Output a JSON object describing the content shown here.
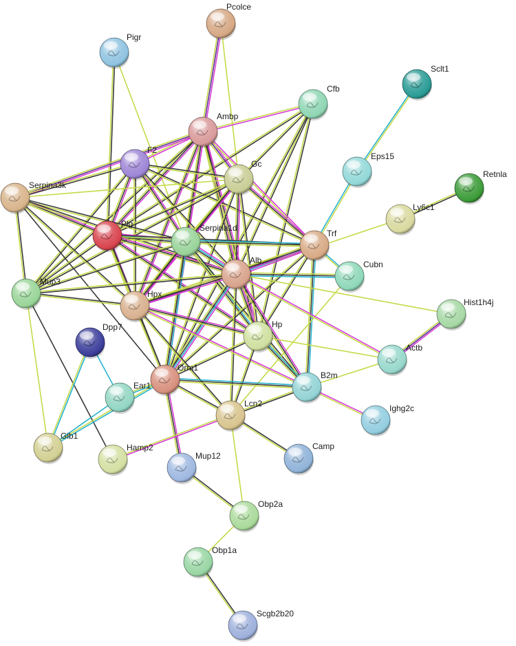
{
  "nodes": [
    {
      "id": "Pcolce",
      "label": "Pcolce",
      "color": "#d6a884"
    },
    {
      "id": "Pigr",
      "label": "Pigr",
      "color": "#8fc3e0"
    },
    {
      "id": "Sclt1",
      "label": "Sclt1",
      "color": "#2a9b95"
    },
    {
      "id": "Cfb",
      "label": "Cfb",
      "color": "#8fd6b4"
    },
    {
      "id": "Ambp",
      "label": "Ambp",
      "color": "#d99a9a"
    },
    {
      "id": "F2",
      "label": "F2",
      "color": "#9e86d6"
    },
    {
      "id": "Gc",
      "label": "Gc",
      "color": "#c9cd95"
    },
    {
      "id": "Eps15",
      "label": "Eps15",
      "color": "#93d8d8"
    },
    {
      "id": "Retnla",
      "label": "Retnla",
      "color": "#3c9b38"
    },
    {
      "id": "Serpina3k",
      "label": "Serpina3k",
      "color": "#d8b48a"
    },
    {
      "id": "Ly6c1",
      "label": "Ly6c1",
      "color": "#d9d9a0"
    },
    {
      "id": "Plg",
      "label": "Plg",
      "color": "#d8444e"
    },
    {
      "id": "Serpina1d",
      "label": "Serpina1d",
      "color": "#99d399"
    },
    {
      "id": "Trf",
      "label": "Trf",
      "color": "#d8aa86"
    },
    {
      "id": "Cubn",
      "label": "Cubn",
      "color": "#8fd8b9"
    },
    {
      "id": "Alb",
      "label": "Alb",
      "color": "#d8a38c"
    },
    {
      "id": "Mup3",
      "label": "Mup3",
      "color": "#99d599"
    },
    {
      "id": "Hpx",
      "label": "Hpx",
      "color": "#d8b08e"
    },
    {
      "id": "Hist1h4j",
      "label": "Hist1h4j",
      "color": "#a6d8a4"
    },
    {
      "id": "Dpp7",
      "label": "Dpp7",
      "color": "#3c3e9b"
    },
    {
      "id": "Hp",
      "label": "Hp",
      "color": "#cfe0a0"
    },
    {
      "id": "Actb",
      "label": "Actb",
      "color": "#98d8cc"
    },
    {
      "id": "Orm1",
      "label": "Orm1",
      "color": "#d8907e"
    },
    {
      "id": "B2m",
      "label": "B2m",
      "color": "#93d3d6"
    },
    {
      "id": "Ear1",
      "label": "Ear1",
      "color": "#93d6c3"
    },
    {
      "id": "Lcn2",
      "label": "Lcn2",
      "color": "#d8c48e"
    },
    {
      "id": "Ighg2c",
      "label": "Ighg2c",
      "color": "#93cde0"
    },
    {
      "id": "Glb1",
      "label": "Glb1",
      "color": "#d3d093"
    },
    {
      "id": "Hamp2",
      "label": "Hamp2",
      "color": "#d3e0a2"
    },
    {
      "id": "Camp",
      "label": "Camp",
      "color": "#8fb3d8"
    },
    {
      "id": "Mup12",
      "label": "Mup12",
      "color": "#9eb8e0"
    },
    {
      "id": "Obp2a",
      "label": "Obp2a",
      "color": "#aadb9b"
    },
    {
      "id": "Obp1a",
      "label": "Obp1a",
      "color": "#99d6a4"
    },
    {
      "id": "Scgb2b20",
      "label": "Scgb2b20",
      "color": "#9eb0dc"
    }
  ],
  "edges": [
    {
      "a": "Pcolce",
      "b": "Ambp",
      "types": [
        "pink",
        "purple",
        "yellow"
      ]
    },
    {
      "a": "Pcolce",
      "b": "Gc",
      "types": [
        "yellow"
      ]
    },
    {
      "a": "Pigr",
      "b": "Plg",
      "types": [
        "black",
        "yellow"
      ]
    },
    {
      "a": "Pigr",
      "b": "Serpina1d",
      "types": [
        "yellow"
      ]
    },
    {
      "a": "Sclt1",
      "b": "Eps15",
      "types": [
        "yellow",
        "cyan"
      ]
    },
    {
      "a": "Eps15",
      "b": "Trf",
      "types": [
        "yellow",
        "cyan"
      ]
    },
    {
      "a": "Retnla",
      "b": "Ly6c1",
      "types": [
        "black",
        "yellow"
      ]
    },
    {
      "a": "Ly6c1",
      "b": "Alb",
      "types": [
        "yellow"
      ]
    },
    {
      "a": "Cfb",
      "b": "Ambp",
      "types": [
        "pink",
        "yellow"
      ]
    },
    {
      "a": "Cfb",
      "b": "Gc",
      "types": [
        "black",
        "yellow"
      ]
    },
    {
      "a": "Cfb",
      "b": "Plg",
      "types": [
        "black",
        "yellow"
      ]
    },
    {
      "a": "Cfb",
      "b": "Alb",
      "types": [
        "black",
        "yellow"
      ]
    },
    {
      "a": "Cfb",
      "b": "Hp",
      "types": [
        "black",
        "yellow"
      ]
    },
    {
      "a": "Cfb",
      "b": "Orm1",
      "types": [
        "black",
        "yellow"
      ]
    },
    {
      "a": "Ambp",
      "b": "F2",
      "types": [
        "pink",
        "yellow"
      ]
    },
    {
      "a": "Ambp",
      "b": "Gc",
      "types": [
        "pink",
        "purple",
        "yellow"
      ]
    },
    {
      "a": "Ambp",
      "b": "Serpina3k",
      "types": [
        "pink",
        "purple",
        "yellow"
      ]
    },
    {
      "a": "Ambp",
      "b": "Plg",
      "types": [
        "pink",
        "black",
        "yellow"
      ]
    },
    {
      "a": "Ambp",
      "b": "Serpina1d",
      "types": [
        "pink",
        "black",
        "yellow"
      ]
    },
    {
      "a": "Ambp",
      "b": "Alb",
      "types": [
        "pink",
        "black",
        "yellow"
      ]
    },
    {
      "a": "Ambp",
      "b": "Hpx",
      "types": [
        "pink",
        "black",
        "yellow"
      ]
    },
    {
      "a": "Ambp",
      "b": "Mup3",
      "types": [
        "black",
        "yellow"
      ]
    },
    {
      "a": "Ambp",
      "b": "Trf",
      "types": [
        "pink",
        "yellow"
      ]
    },
    {
      "a": "Ambp",
      "b": "Hp",
      "types": [
        "pink",
        "black",
        "yellow"
      ]
    },
    {
      "a": "Ambp",
      "b": "Orm1",
      "types": [
        "pink",
        "black",
        "yellow"
      ]
    },
    {
      "a": "F2",
      "b": "Serpina3k",
      "types": [
        "black",
        "yellow"
      ]
    },
    {
      "a": "F2",
      "b": "Gc",
      "types": [
        "black",
        "yellow"
      ]
    },
    {
      "a": "F2",
      "b": "Plg",
      "types": [
        "pink",
        "black",
        "yellow"
      ]
    },
    {
      "a": "F2",
      "b": "Serpina1d",
      "types": [
        "pink",
        "black",
        "yellow"
      ]
    },
    {
      "a": "F2",
      "b": "Alb",
      "types": [
        "black",
        "yellow"
      ]
    },
    {
      "a": "F2",
      "b": "Hpx",
      "types": [
        "black",
        "yellow"
      ]
    },
    {
      "a": "F2",
      "b": "Mup3",
      "types": [
        "black",
        "yellow"
      ]
    },
    {
      "a": "F2",
      "b": "Trf",
      "types": [
        "black",
        "yellow"
      ]
    },
    {
      "a": "Gc",
      "b": "Serpina3k",
      "types": [
        "yellow"
      ]
    },
    {
      "a": "Gc",
      "b": "Plg",
      "types": [
        "black",
        "yellow"
      ]
    },
    {
      "a": "Gc",
      "b": "Serpina1d",
      "types": [
        "pink",
        "black",
        "yellow"
      ]
    },
    {
      "a": "Gc",
      "b": "Alb",
      "types": [
        "pink",
        "black",
        "yellow"
      ]
    },
    {
      "a": "Gc",
      "b": "Trf",
      "types": [
        "pink",
        "black",
        "yellow"
      ]
    },
    {
      "a": "Gc",
      "b": "Hpx",
      "types": [
        "pink",
        "black",
        "yellow"
      ]
    },
    {
      "a": "Gc",
      "b": "Hp",
      "types": [
        "black",
        "yellow"
      ]
    },
    {
      "a": "Gc",
      "b": "Orm1",
      "types": [
        "black",
        "yellow"
      ]
    },
    {
      "a": "Gc",
      "b": "Mup3",
      "types": [
        "black",
        "yellow"
      ]
    },
    {
      "a": "Serpina3k",
      "b": "Plg",
      "types": [
        "pink",
        "black",
        "yellow"
      ]
    },
    {
      "a": "Serpina3k",
      "b": "Serpina1d",
      "types": [
        "black",
        "yellow"
      ]
    },
    {
      "a": "Serpina3k",
      "b": "Mup3",
      "types": [
        "black",
        "yellow"
      ]
    },
    {
      "a": "Serpina3k",
      "b": "Alb",
      "types": [
        "black",
        "yellow"
      ]
    },
    {
      "a": "Serpina3k",
      "b": "Hpx",
      "types": [
        "black",
        "yellow"
      ]
    },
    {
      "a": "Serpina3k",
      "b": "Orm1",
      "types": [
        "black"
      ]
    },
    {
      "a": "Plg",
      "b": "Serpina1d",
      "types": [
        "pink",
        "cyan",
        "black",
        "yellow"
      ]
    },
    {
      "a": "Plg",
      "b": "Alb",
      "types": [
        "pink",
        "black",
        "yellow"
      ]
    },
    {
      "a": "Plg",
      "b": "Hpx",
      "types": [
        "pink",
        "black",
        "yellow"
      ]
    },
    {
      "a": "Plg",
      "b": "Mup3",
      "types": [
        "black",
        "yellow"
      ]
    },
    {
      "a": "Plg",
      "b": "Trf",
      "types": [
        "black",
        "yellow"
      ]
    },
    {
      "a": "Plg",
      "b": "Hp",
      "types": [
        "pink",
        "black",
        "yellow"
      ]
    },
    {
      "a": "Plg",
      "b": "Orm1",
      "types": [
        "black",
        "yellow"
      ]
    },
    {
      "a": "Serpina1d",
      "b": "Alb",
      "types": [
        "pink",
        "cyan",
        "black",
        "yellow"
      ]
    },
    {
      "a": "Serpina1d",
      "b": "Hpx",
      "types": [
        "pink",
        "black",
        "yellow"
      ]
    },
    {
      "a": "Serpina1d",
      "b": "Trf",
      "types": [
        "cyan",
        "black",
        "yellow"
      ]
    },
    {
      "a": "Serpina1d",
      "b": "Hp",
      "types": [
        "cyan",
        "black",
        "yellow"
      ]
    },
    {
      "a": "Serpina1d",
      "b": "Orm1",
      "types": [
        "cyan",
        "black",
        "yellow"
      ]
    },
    {
      "a": "Serpina1d",
      "b": "Mup3",
      "types": [
        "black",
        "yellow"
      ]
    },
    {
      "a": "Serpina1d",
      "b": "B2m",
      "types": [
        "black",
        "yellow"
      ]
    },
    {
      "a": "Trf",
      "b": "Alb",
      "types": [
        "pink",
        "cyan",
        "black",
        "yellow"
      ]
    },
    {
      "a": "Trf",
      "b": "Hpx",
      "types": [
        "pink",
        "black",
        "yellow"
      ]
    },
    {
      "a": "Trf",
      "b": "Hp",
      "types": [
        "black",
        "yellow"
      ]
    },
    {
      "a": "Trf",
      "b": "Orm1",
      "types": [
        "black",
        "yellow"
      ]
    },
    {
      "a": "Trf",
      "b": "B2m",
      "types": [
        "cyan",
        "black",
        "yellow"
      ]
    },
    {
      "a": "Trf",
      "b": "Cubn",
      "types": [
        "cyan",
        "yellow"
      ]
    },
    {
      "a": "Cubn",
      "b": "Alb",
      "types": [
        "cyan",
        "black",
        "yellow"
      ]
    },
    {
      "a": "Cubn",
      "b": "Lcn2",
      "types": [
        "yellow"
      ]
    },
    {
      "a": "Alb",
      "b": "Hpx",
      "types": [
        "pink",
        "black",
        "yellow"
      ]
    },
    {
      "a": "Alb",
      "b": "Mup3",
      "types": [
        "black",
        "yellow"
      ]
    },
    {
      "a": "Alb",
      "b": "Hp",
      "types": [
        "pink",
        "black",
        "yellow"
      ]
    },
    {
      "a": "Alb",
      "b": "Orm1",
      "types": [
        "pink",
        "cyan",
        "black",
        "yellow"
      ]
    },
    {
      "a": "Alb",
      "b": "B2m",
      "types": [
        "pink",
        "black",
        "yellow"
      ]
    },
    {
      "a": "Alb",
      "b": "Hist1h4j",
      "types": [
        "yellow"
      ]
    },
    {
      "a": "Alb",
      "b": "Actb",
      "types": [
        "pink",
        "yellow"
      ]
    },
    {
      "a": "Alb",
      "b": "Lcn2",
      "types": [
        "black",
        "yellow"
      ]
    },
    {
      "a": "Mup3",
      "b": "Hpx",
      "types": [
        "black",
        "yellow"
      ]
    },
    {
      "a": "Mup3",
      "b": "Hamp2",
      "types": [
        "black"
      ]
    },
    {
      "a": "Mup3",
      "b": "Glb1",
      "types": [
        "yellow"
      ]
    },
    {
      "a": "Hpx",
      "b": "Hp",
      "types": [
        "pink",
        "black",
        "yellow"
      ]
    },
    {
      "a": "Hpx",
      "b": "Orm1",
      "types": [
        "black",
        "yellow"
      ]
    },
    {
      "a": "Hpx",
      "b": "Lcn2",
      "types": [
        "black",
        "yellow"
      ]
    },
    {
      "a": "Hpx",
      "b": "B2m",
      "types": [
        "pink",
        "yellow"
      ]
    },
    {
      "a": "Hp",
      "b": "Orm1",
      "types": [
        "black",
        "yellow"
      ]
    },
    {
      "a": "Hp",
      "b": "Lcn2",
      "types": [
        "black",
        "yellow"
      ]
    },
    {
      "a": "Hp",
      "b": "B2m",
      "types": [
        "cyan",
        "black",
        "yellow"
      ]
    },
    {
      "a": "Hp",
      "b": "Actb",
      "types": [
        "yellow"
      ]
    },
    {
      "a": "Hist1h4j",
      "b": "Actb",
      "types": [
        "pink",
        "purple",
        "yellow"
      ]
    },
    {
      "a": "Actb",
      "b": "B2m",
      "types": [
        "yellow"
      ]
    },
    {
      "a": "Orm1",
      "b": "Lcn2",
      "types": [
        "black",
        "yellow"
      ]
    },
    {
      "a": "Orm1",
      "b": "B2m",
      "types": [
        "cyan",
        "black",
        "yellow"
      ]
    },
    {
      "a": "Orm1",
      "b": "Ear1",
      "types": [
        "cyan",
        "yellow"
      ]
    },
    {
      "a": "Orm1",
      "b": "Mup12",
      "types": [
        "pink",
        "black",
        "yellow"
      ]
    },
    {
      "a": "Orm1",
      "b": "Glb1",
      "types": [
        "cyan",
        "yellow"
      ]
    },
    {
      "a": "B2m",
      "b": "Lcn2",
      "types": [
        "black",
        "yellow"
      ]
    },
    {
      "a": "B2m",
      "b": "Ighg2c",
      "types": [
        "pink",
        "yellow"
      ]
    },
    {
      "a": "Dpp7",
      "b": "Ear1",
      "types": [
        "cyan"
      ]
    },
    {
      "a": "Dpp7",
      "b": "Glb1",
      "types": [
        "cyan",
        "yellow"
      ]
    },
    {
      "a": "Ear1",
      "b": "Glb1",
      "types": [
        "cyan"
      ]
    },
    {
      "a": "Lcn2",
      "b": "Camp",
      "types": [
        "black",
        "yellow"
      ]
    },
    {
      "a": "Lcn2",
      "b": "Hamp2",
      "types": [
        "pink",
        "yellow"
      ]
    },
    {
      "a": "Lcn2",
      "b": "Obp2a",
      "types": [
        "yellow"
      ]
    },
    {
      "a": "Mup12",
      "b": "Obp2a",
      "types": [
        "black",
        "yellow"
      ]
    },
    {
      "a": "Obp2a",
      "b": "Obp1a",
      "types": [
        "yellow"
      ]
    },
    {
      "a": "Obp1a",
      "b": "Scgb2b20",
      "types": [
        "black",
        "yellow"
      ]
    }
  ],
  "edge_colors": {
    "yellow": "#c6d94a",
    "black": "#3a3a3a",
    "pink": "#d63bd6",
    "purple": "#5a3090",
    "cyan": "#27b2cf"
  }
}
